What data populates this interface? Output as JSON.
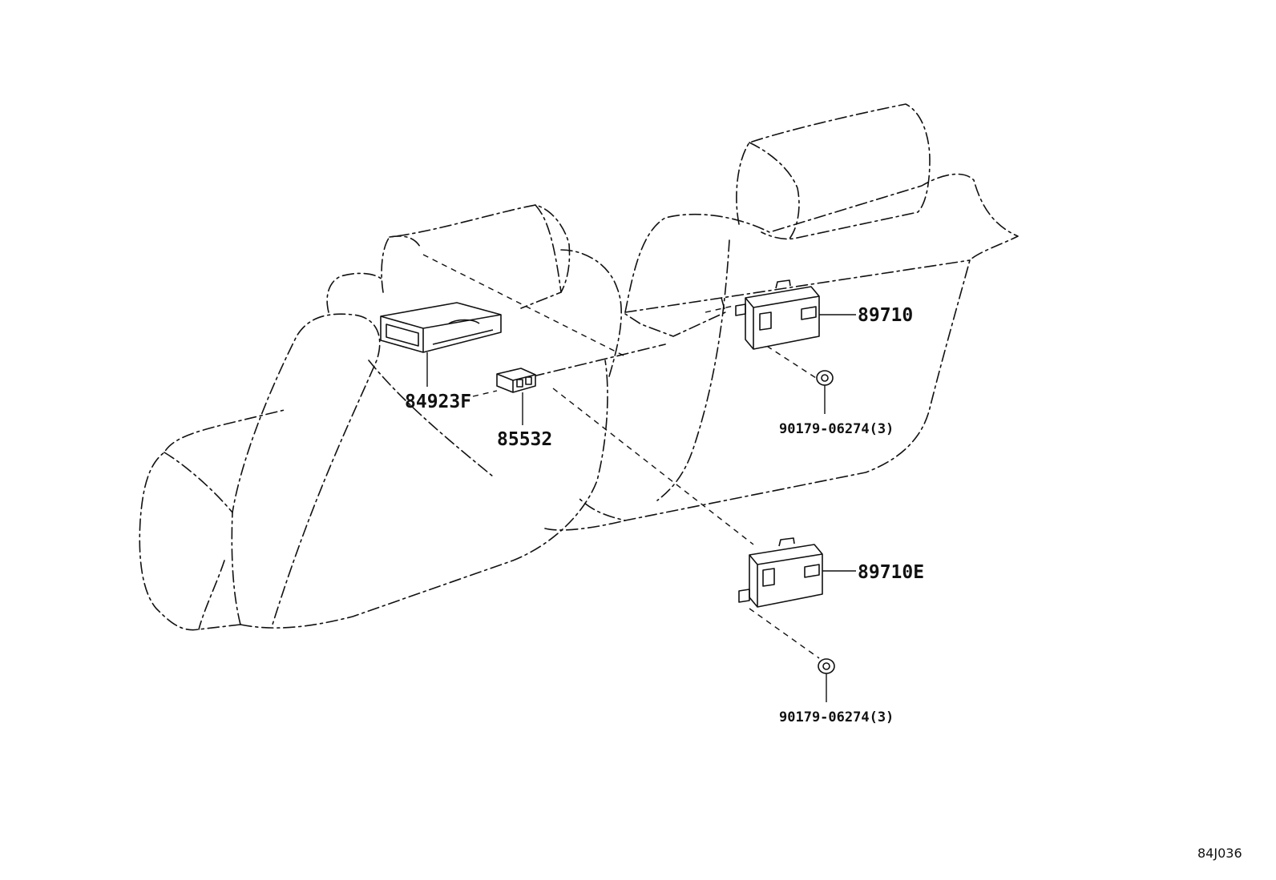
{
  "parts": {
    "p84923F": "84923F",
    "p85532": "85532",
    "p89710": "89710",
    "p89710E": "89710E",
    "clip_upper": "90179-06274(3)",
    "clip_lower": "90179-06274(3)"
  },
  "ref_code": "84J036"
}
